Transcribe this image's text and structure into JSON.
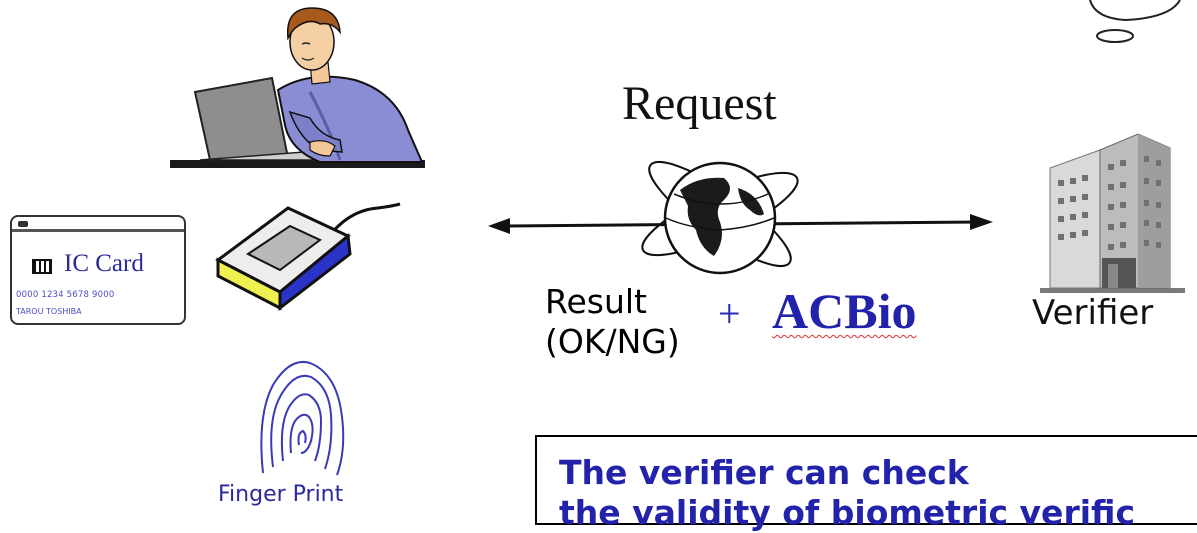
{
  "labels": {
    "request": "Request",
    "result_line1": "Result",
    "result_line2": "(OK/NG)",
    "plus": "+",
    "acbio": "ACBio",
    "verifier": "Verifier",
    "finger_print": "Finger Print"
  },
  "ic_card": {
    "title": "IC Card",
    "number": "0000 1234 5678 9000",
    "holder": "TAROU TOSHIBA"
  },
  "note": {
    "line1": "The verifier can check",
    "line2": "the validity of biometric verific"
  },
  "colors": {
    "accent_blue": "#2222aa",
    "device_blue": "#2b34c8",
    "device_yellow": "#f0f050"
  }
}
